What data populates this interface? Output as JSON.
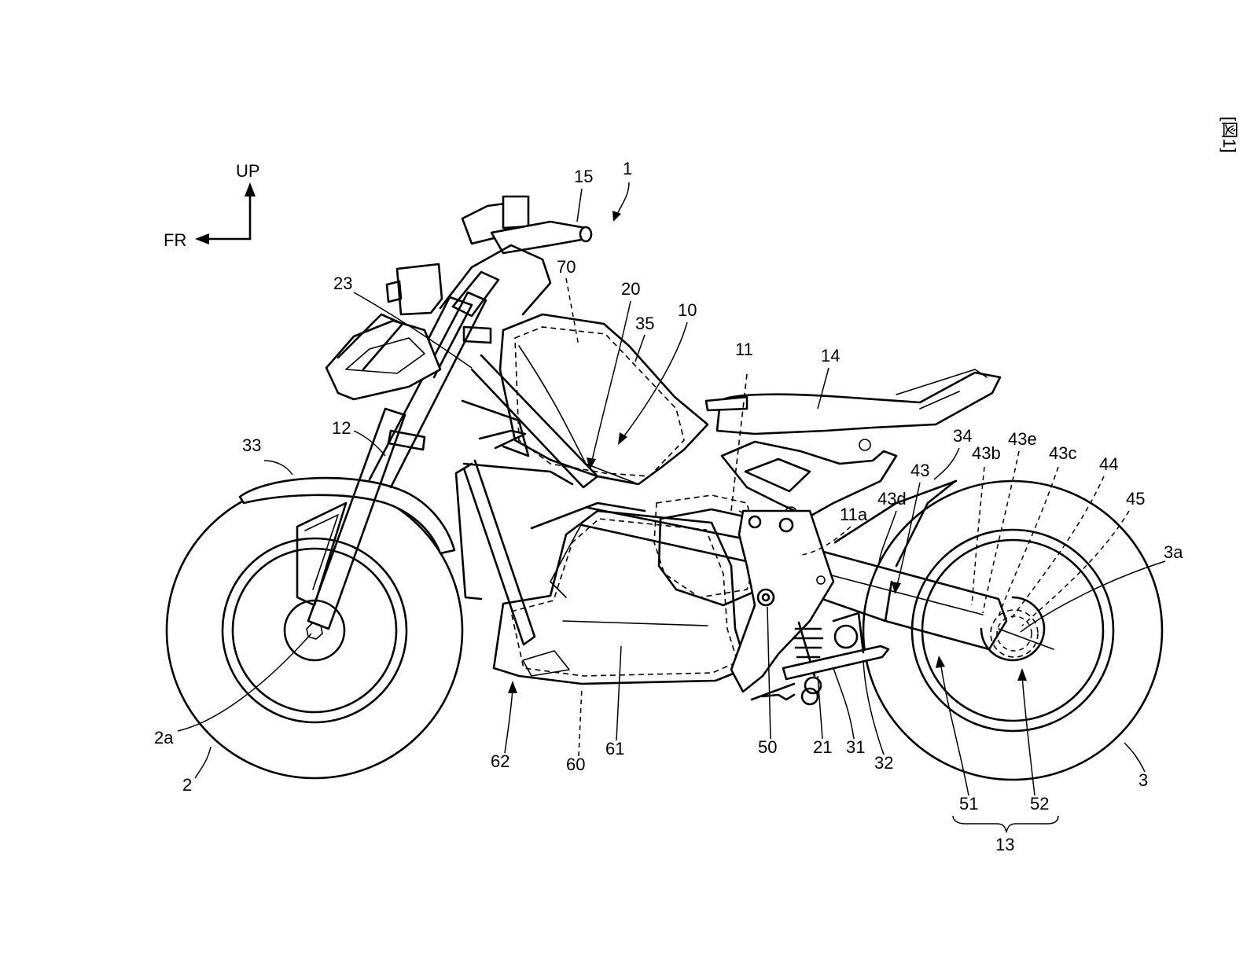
{
  "figure_tag": "[図1]",
  "direction": {
    "up": "UP",
    "front": "FR"
  },
  "labels": {
    "n1": "1",
    "n2": "2",
    "n2a": "2a",
    "n3": "3",
    "n3a": "3a",
    "n10": "10",
    "n11": "11",
    "n11a": "11a",
    "n12": "12",
    "n13": "13",
    "n14": "14",
    "n15": "15",
    "n20": "20",
    "n21": "21",
    "n23": "23",
    "n31": "31",
    "n32": "32",
    "n33": "33",
    "n34": "34",
    "n35": "35",
    "n43": "43",
    "n43b": "43b",
    "n43c": "43c",
    "n43d": "43d",
    "n43e": "43e",
    "n44": "44",
    "n45": "45",
    "n50": "50",
    "n51": "51",
    "n52": "52",
    "n60": "60",
    "n61": "61",
    "n62": "62",
    "n70": "70"
  }
}
